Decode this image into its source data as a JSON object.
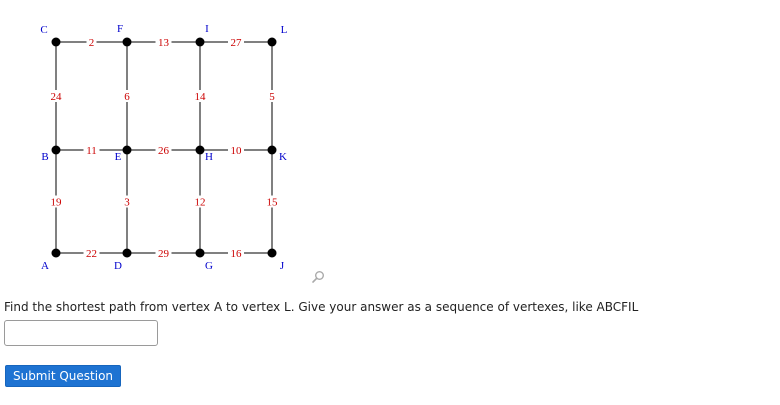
{
  "graph": {
    "vertices": [
      "A",
      "B",
      "C",
      "D",
      "E",
      "F",
      "G",
      "H",
      "I",
      "J",
      "K",
      "L"
    ],
    "edges": [
      {
        "from": "C",
        "to": "F",
        "weight": "2"
      },
      {
        "from": "F",
        "to": "I",
        "weight": "13"
      },
      {
        "from": "I",
        "to": "L",
        "weight": "27"
      },
      {
        "from": "B",
        "to": "E",
        "weight": "11"
      },
      {
        "from": "E",
        "to": "H",
        "weight": "26"
      },
      {
        "from": "H",
        "to": "K",
        "weight": "10"
      },
      {
        "from": "A",
        "to": "D",
        "weight": "22"
      },
      {
        "from": "D",
        "to": "G",
        "weight": "29"
      },
      {
        "from": "G",
        "to": "J",
        "weight": "16"
      },
      {
        "from": "C",
        "to": "B",
        "weight": "24"
      },
      {
        "from": "B",
        "to": "A",
        "weight": "19"
      },
      {
        "from": "F",
        "to": "E",
        "weight": "6"
      },
      {
        "from": "E",
        "to": "D",
        "weight": "3"
      },
      {
        "from": "I",
        "to": "H",
        "weight": "14"
      },
      {
        "from": "H",
        "to": "G",
        "weight": "12"
      },
      {
        "from": "L",
        "to": "K",
        "weight": "5"
      },
      {
        "from": "K",
        "to": "J",
        "weight": "15"
      }
    ]
  },
  "question": {
    "text": "Find the shortest path from vertex A to vertex L. Give your answer as a sequence of vertexes, like ABCFIL",
    "answer_value": "",
    "answer_placeholder": ""
  },
  "submit_label": "Submit Question",
  "icons": {
    "magnify": "magnifying-glass-icon"
  },
  "colors": {
    "vertex_label": "#0000cc",
    "weight_label": "#cc0000",
    "submit_bg": "#1e73d2"
  }
}
